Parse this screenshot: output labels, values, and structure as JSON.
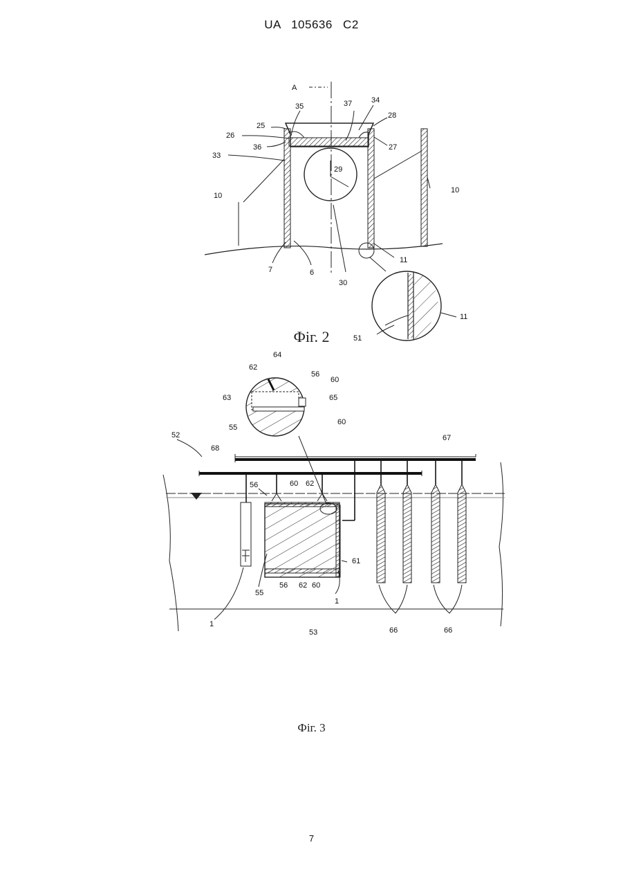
{
  "header": {
    "doc_number": "UA   105636   C2"
  },
  "figure2": {
    "caption": "Фіг. 2",
    "section_label": "A",
    "labels": [
      "35",
      "37",
      "34",
      "28",
      "25",
      "26",
      "36",
      "33",
      "27",
      "29",
      "10",
      "10",
      "7",
      "6",
      "30",
      "11",
      "11",
      "51"
    ]
  },
  "figure3": {
    "caption": "Фіг. 3",
    "labels": [
      "64",
      "62",
      "56",
      "60",
      "63",
      "65",
      "55",
      "60",
      "52",
      "67",
      "68",
      "56",
      "60",
      "62",
      "61",
      "55",
      "56",
      "62",
      "60",
      "1",
      "1",
      "53",
      "66",
      "66"
    ]
  },
  "footer": {
    "page_number": "7"
  }
}
